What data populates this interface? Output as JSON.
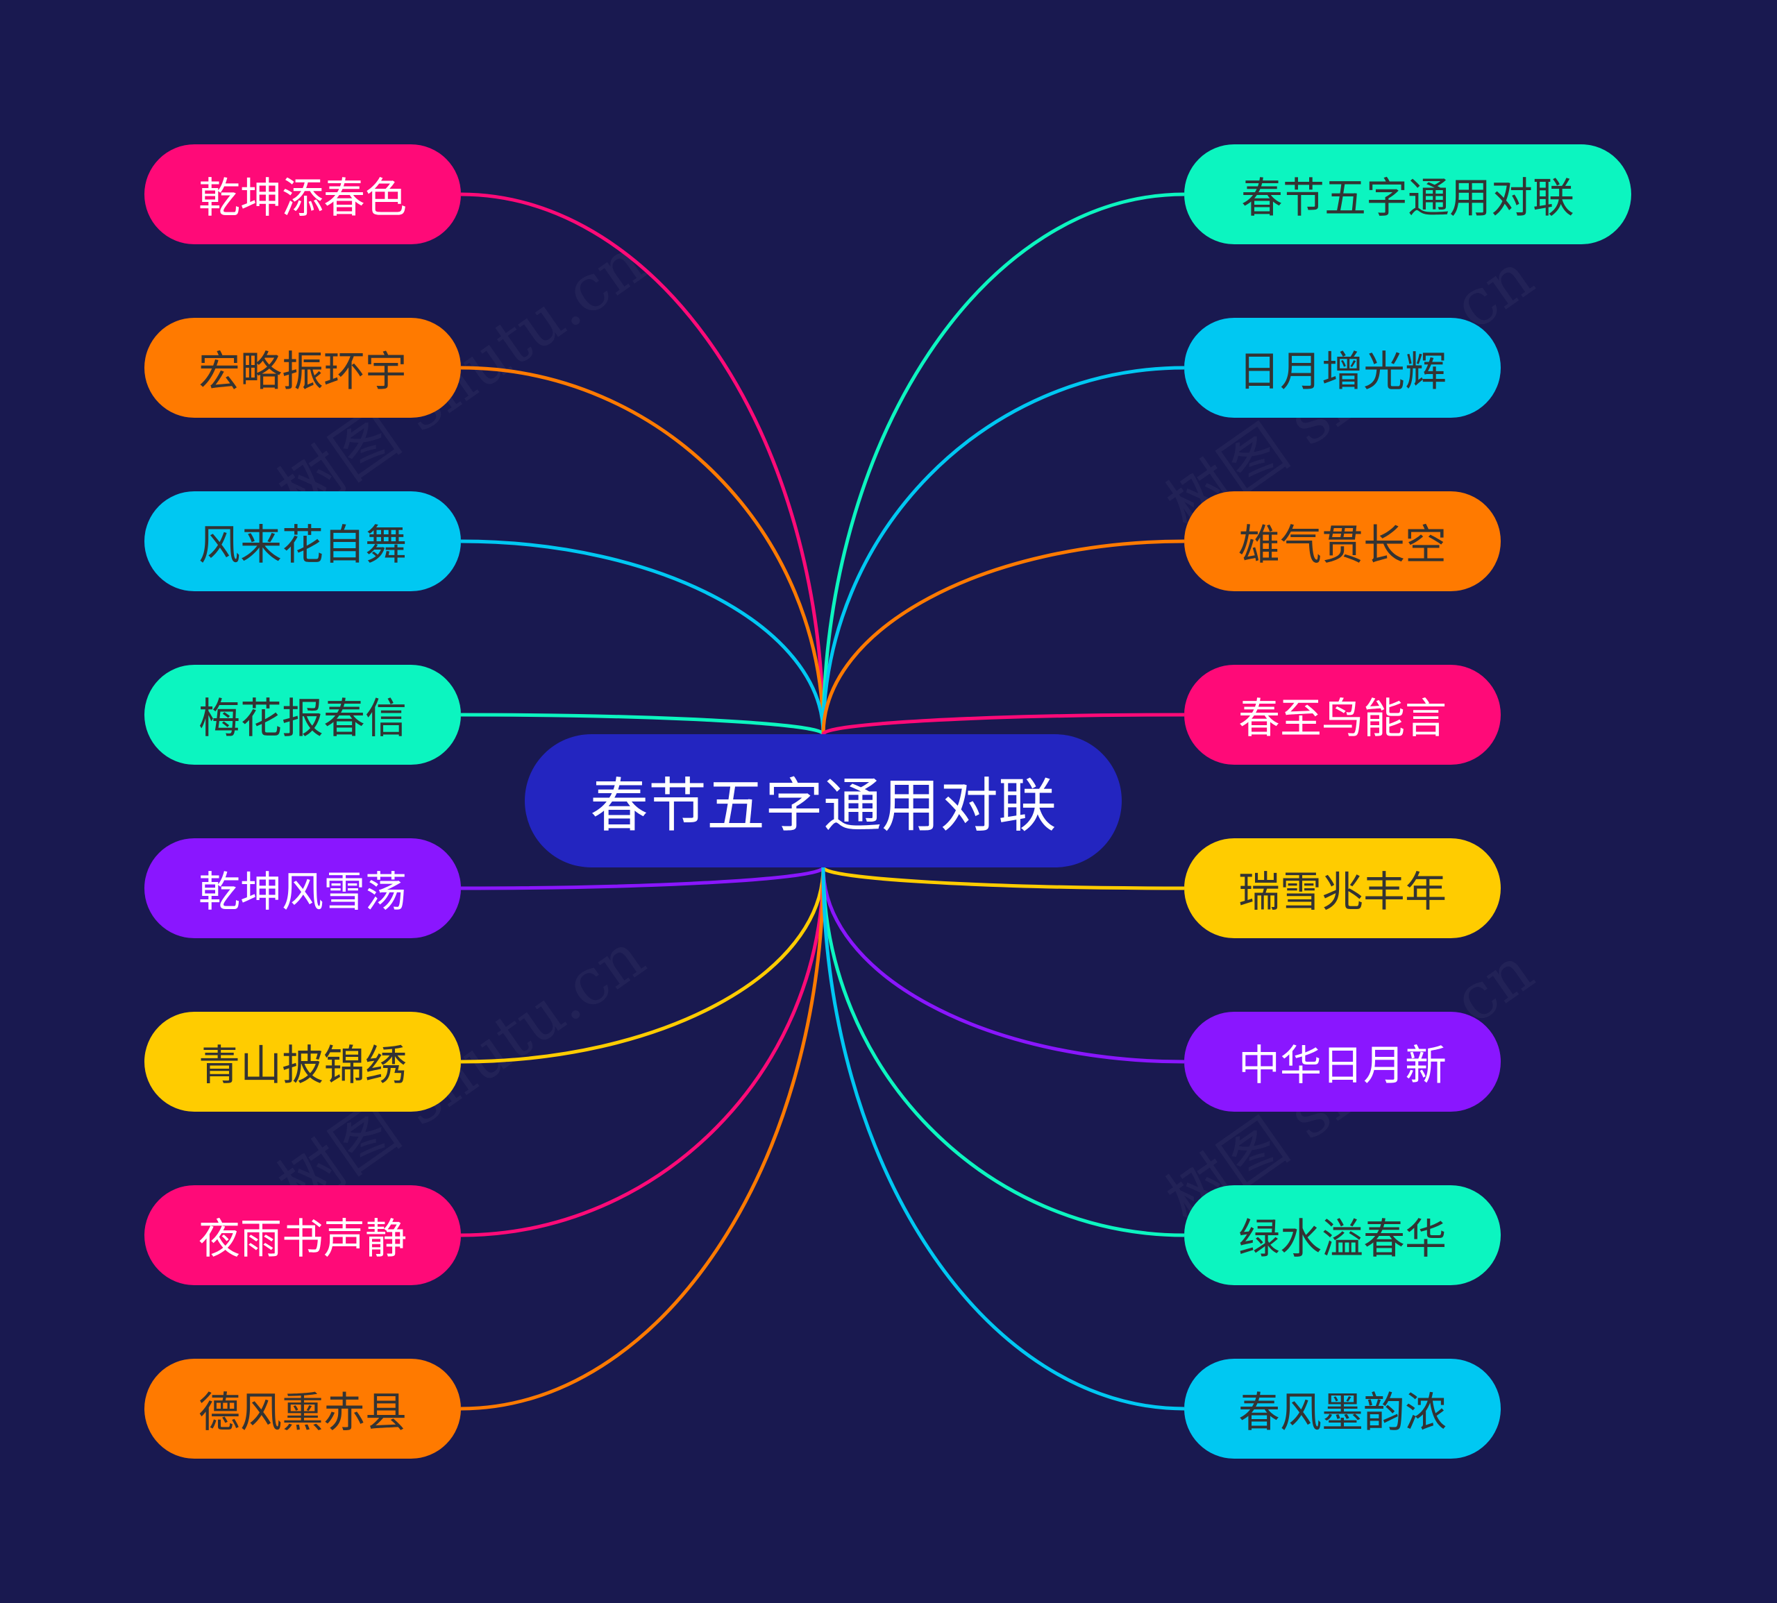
{
  "diagram": {
    "root": {
      "label": "春节五字通用对联",
      "color": "#2325c0",
      "text_color": "#ffffff"
    },
    "left_branches": [
      {
        "label": "乾坤添春色",
        "color": "#ff0a78",
        "text_color": "#ffffff"
      },
      {
        "label": "宏略振环宇",
        "color": "#ff7a00",
        "text_color": "#333333"
      },
      {
        "label": "风来花自舞",
        "color": "#00c8f2",
        "text_color": "#333333"
      },
      {
        "label": "梅花报春信",
        "color": "#0cf5c0",
        "text_color": "#333333"
      },
      {
        "label": "乾坤风雪荡",
        "color": "#8a16ff",
        "text_color": "#ffffff"
      },
      {
        "label": "青山披锦绣",
        "color": "#ffcc00",
        "text_color": "#333333"
      },
      {
        "label": "夜雨书声静",
        "color": "#ff0a78",
        "text_color": "#ffffff"
      },
      {
        "label": "德风熏赤县",
        "color": "#ff7a00",
        "text_color": "#333333"
      }
    ],
    "right_branches": [
      {
        "label": "春节五字通用对联",
        "color": "#0cf5c0",
        "text_color": "#333333"
      },
      {
        "label": "日月增光辉",
        "color": "#00c8f2",
        "text_color": "#333333"
      },
      {
        "label": "雄气贯长空",
        "color": "#ff7a00",
        "text_color": "#333333"
      },
      {
        "label": "春至鸟能言",
        "color": "#ff0a78",
        "text_color": "#ffffff"
      },
      {
        "label": "瑞雪兆丰年",
        "color": "#ffcc00",
        "text_color": "#333333"
      },
      {
        "label": "中华日月新",
        "color": "#8a16ff",
        "text_color": "#ffffff"
      },
      {
        "label": "绿水溢春华",
        "color": "#0cf5c0",
        "text_color": "#333333"
      },
      {
        "label": "春风墨韵浓",
        "color": "#00c8f2",
        "text_color": "#333333"
      }
    ]
  },
  "watermark": {
    "text": "树图 shutu.cn"
  }
}
